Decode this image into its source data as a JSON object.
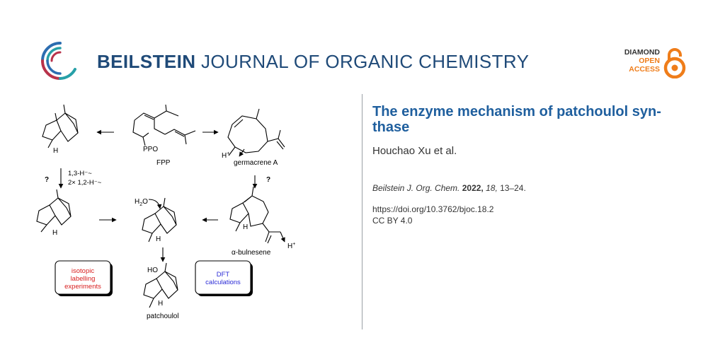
{
  "journal": {
    "name_bold": "BEILSTEIN",
    "name_rest": " JOURNAL OF ORGANIC CHEMISTRY"
  },
  "open_access": {
    "line1": "DIAMOND",
    "line2": "OPEN",
    "line3": "ACCESS"
  },
  "article": {
    "title": "The enzyme mechanism of patchoulol syn-thase",
    "authors": "Houchao Xu et al.",
    "citation": {
      "journal_abbrev": "Beilstein J. Org. Chem.",
      "year": "2022,",
      "volume": "18,",
      "pages": " 13–24."
    },
    "doi": "https://doi.org/10.3762/bjoc.18.2",
    "license": "CC BY 4.0"
  },
  "scheme": {
    "labels": {
      "fpp": "FPP",
      "ppo": "PPO",
      "germacrene": "germacrene A",
      "bulnesene": "α-bulnesene",
      "patchoulol": "patchoulol",
      "h_plus": "H",
      "h2o": "H",
      "ho": "HO",
      "h_atom": "H",
      "question": "?",
      "shift1": "1,3-H⁻~",
      "shift2": "2× 1,2-H⁻~"
    },
    "boxes": {
      "isotopic": [
        "isotopic",
        "labelling",
        "experiments"
      ],
      "dft": [
        "DFT",
        "calculations"
      ]
    }
  }
}
